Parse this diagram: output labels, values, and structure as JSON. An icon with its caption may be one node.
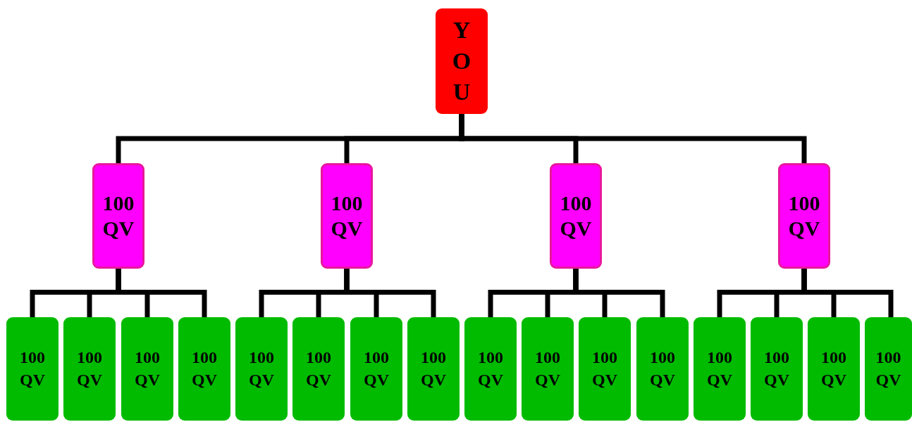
{
  "diagram": {
    "nodes": [
      {
        "text": [
          "YOU"
        ]
      },
      {
        "text": [
          "100 QV"
        ]
      },
      {
        "text": [
          "100 QV"
        ]
      },
      {
        "text": [
          "100 QV"
        ]
      },
      {
        "text": [
          "100 QV"
        ]
      },
      {
        "text": [
          "100 QV"
        ]
      },
      {
        "text": [
          "100 QV"
        ]
      },
      {
        "text": [
          "100 QV"
        ]
      },
      {
        "text": [
          "100 QV"
        ]
      },
      {
        "text": [
          "100 QV"
        ]
      },
      {
        "text": [
          "100 QV"
        ]
      },
      {
        "text": [
          "100 QV"
        ]
      },
      {
        "text": [
          "100 QV"
        ]
      },
      {
        "text": [
          "100 QV"
        ]
      },
      {
        "text": [
          "100 QV"
        ]
      },
      {
        "text": [
          "100 QV"
        ]
      },
      {
        "text": [
          "100 QV"
        ]
      },
      {
        "text": [
          "100 QV"
        ]
      },
      {
        "text": [
          "100 QV"
        ]
      },
      {
        "text": [
          "100 QV"
        ]
      },
      {
        "text": [
          "100 QV"
        ]
      }
    ],
    "edges": [
      {
        "from": 0,
        "to": 1,
        "arrow": "none"
      },
      {
        "from": 0,
        "to": 2,
        "arrow": "none"
      },
      {
        "from": 0,
        "to": 3,
        "arrow": "none"
      },
      {
        "from": 0,
        "to": 4,
        "arrow": "none"
      },
      {
        "from": 1,
        "to": 5,
        "arrow": "none"
      },
      {
        "from": 1,
        "to": 6,
        "arrow": "none"
      },
      {
        "from": 1,
        "to": 7,
        "arrow": "none"
      },
      {
        "from": 1,
        "to": 8,
        "arrow": "none"
      },
      {
        "from": 2,
        "to": 9,
        "arrow": "none"
      },
      {
        "from": 2,
        "to": 10,
        "arrow": "none"
      },
      {
        "from": 2,
        "to": 11,
        "arrow": "none"
      },
      {
        "from": 2,
        "to": 12,
        "arrow": "none"
      },
      {
        "from": 3,
        "to": 13,
        "arrow": "none"
      },
      {
        "from": 3,
        "to": 14,
        "arrow": "none"
      },
      {
        "from": 3,
        "to": 15,
        "arrow": "none"
      },
      {
        "from": 3,
        "to": 16,
        "arrow": "none"
      },
      {
        "from": 4,
        "to": 17,
        "arrow": "none"
      },
      {
        "from": 4,
        "to": 18,
        "arrow": "none"
      },
      {
        "from": 4,
        "to": 19,
        "arrow": "none"
      },
      {
        "from": 4,
        "to": 20,
        "arrow": "none"
      }
    ]
  }
}
